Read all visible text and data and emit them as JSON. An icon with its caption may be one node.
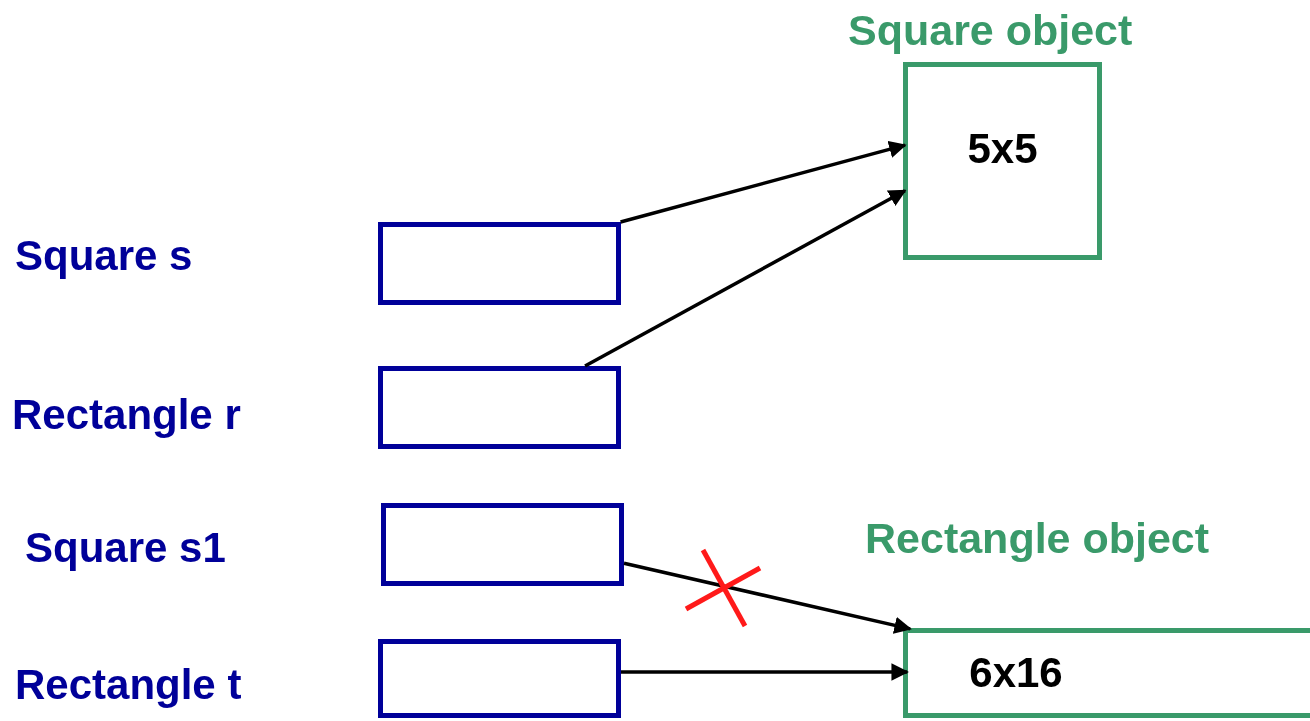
{
  "diagram": {
    "nodes": [
      {
        "text": [],
        "shape": "box"
      },
      {
        "text": [],
        "shape": "box"
      },
      {
        "text": [],
        "shape": "box"
      },
      {
        "text": [],
        "shape": "box"
      },
      {
        "text": [
          "Square object",
          "5x5"
        ]
      },
      {
        "text": [
          "Rectangle object",
          "6x16"
        ]
      }
    ],
    "edges": [
      {
        "from": 0,
        "to": 4,
        "arrow": "to"
      },
      {
        "from": 1,
        "to": 4,
        "arrow": "to"
      },
      {
        "from": 2,
        "to": 5,
        "arrow": "to"
      },
      {
        "from": 3,
        "to": 5,
        "arrow": "to"
      }
    ],
    "labels": [
      "Square s",
      "Rectangle r",
      "Square s1",
      "Rectangle t"
    ]
  }
}
